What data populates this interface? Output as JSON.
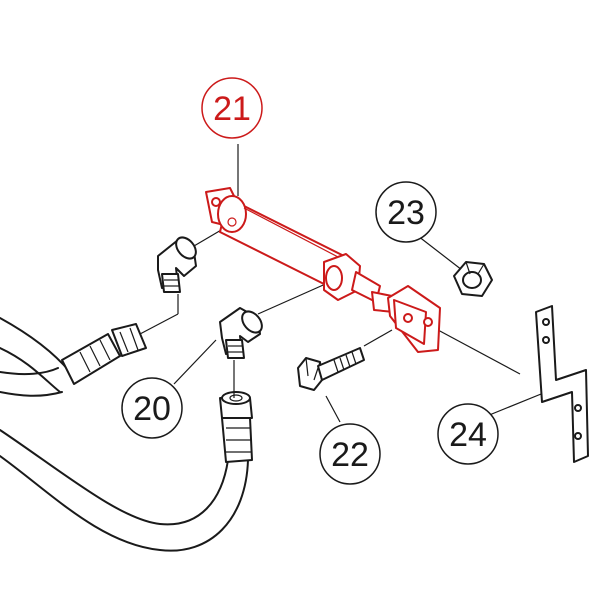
{
  "colors": {
    "line": "#1a1a1a",
    "highlight": "#cc1a1a",
    "background": "#ffffff"
  },
  "callouts": [
    {
      "id": "21",
      "label": "21",
      "highlighted": true
    },
    {
      "id": "20",
      "label": "20",
      "highlighted": false
    },
    {
      "id": "22",
      "label": "22",
      "highlighted": false
    },
    {
      "id": "23",
      "label": "23",
      "highlighted": false
    },
    {
      "id": "24",
      "label": "24",
      "highlighted": false
    }
  ]
}
